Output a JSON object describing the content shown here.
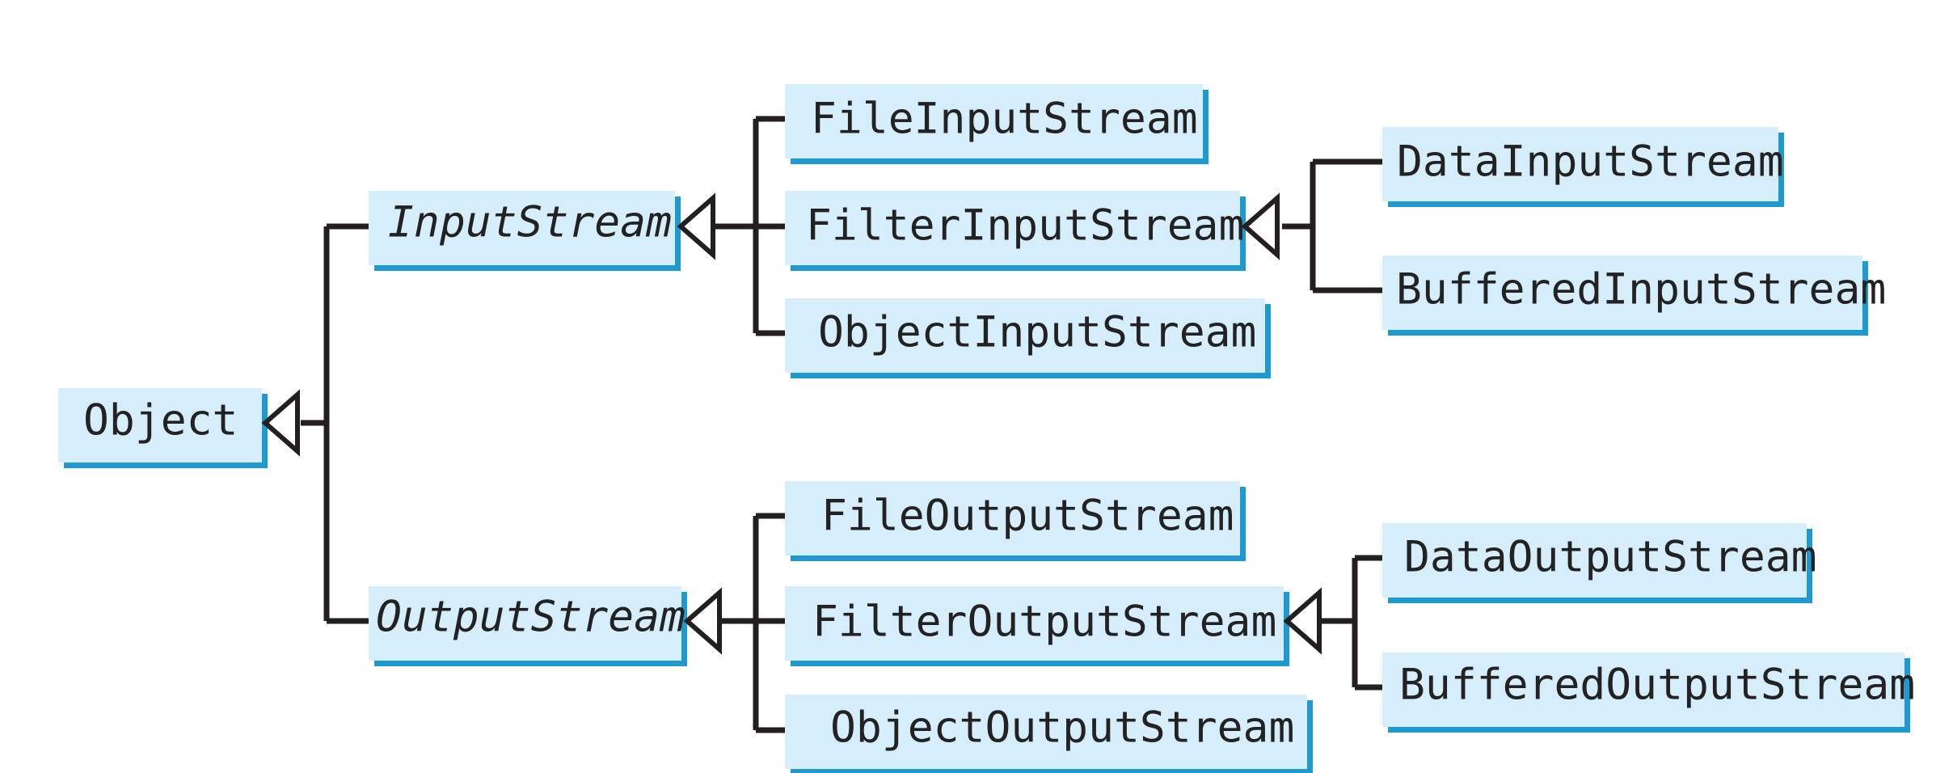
{
  "diagram": {
    "type": "class-hierarchy",
    "classes": {
      "object": "Object",
      "input_stream": "InputStream",
      "output_stream": "OutputStream",
      "file_input_stream": "FileInputStream",
      "filter_input_stream": "FilterInputStream",
      "object_input_stream": "ObjectInputStream",
      "data_input_stream": "DataInputStream",
      "buffered_input_stream": "BufferedInputStream",
      "file_output_stream": "FileOutputStream",
      "filter_output_stream": "FilterOutputStream",
      "object_output_stream": "ObjectOutputStream",
      "data_output_stream": "DataOutputStream",
      "buffered_output_stream": "BufferedOutputStream"
    },
    "abstract_classes": [
      "InputStream",
      "OutputStream"
    ],
    "inheritance": [
      {
        "parent": "Object",
        "children": [
          "InputStream",
          "OutputStream"
        ]
      },
      {
        "parent": "InputStream",
        "children": [
          "FileInputStream",
          "FilterInputStream",
          "ObjectInputStream"
        ]
      },
      {
        "parent": "FilterInputStream",
        "children": [
          "DataInputStream",
          "BufferedInputStream"
        ]
      },
      {
        "parent": "OutputStream",
        "children": [
          "FileOutputStream",
          "FilterOutputStream",
          "ObjectOutputStream"
        ]
      },
      {
        "parent": "FilterOutputStream",
        "children": [
          "DataOutputStream",
          "BufferedOutputStream"
        ]
      }
    ],
    "colors": {
      "box_fill": "#d6eefb",
      "box_shadow": "#1f9ad0",
      "line": "#231f20",
      "text": "#222222"
    }
  }
}
